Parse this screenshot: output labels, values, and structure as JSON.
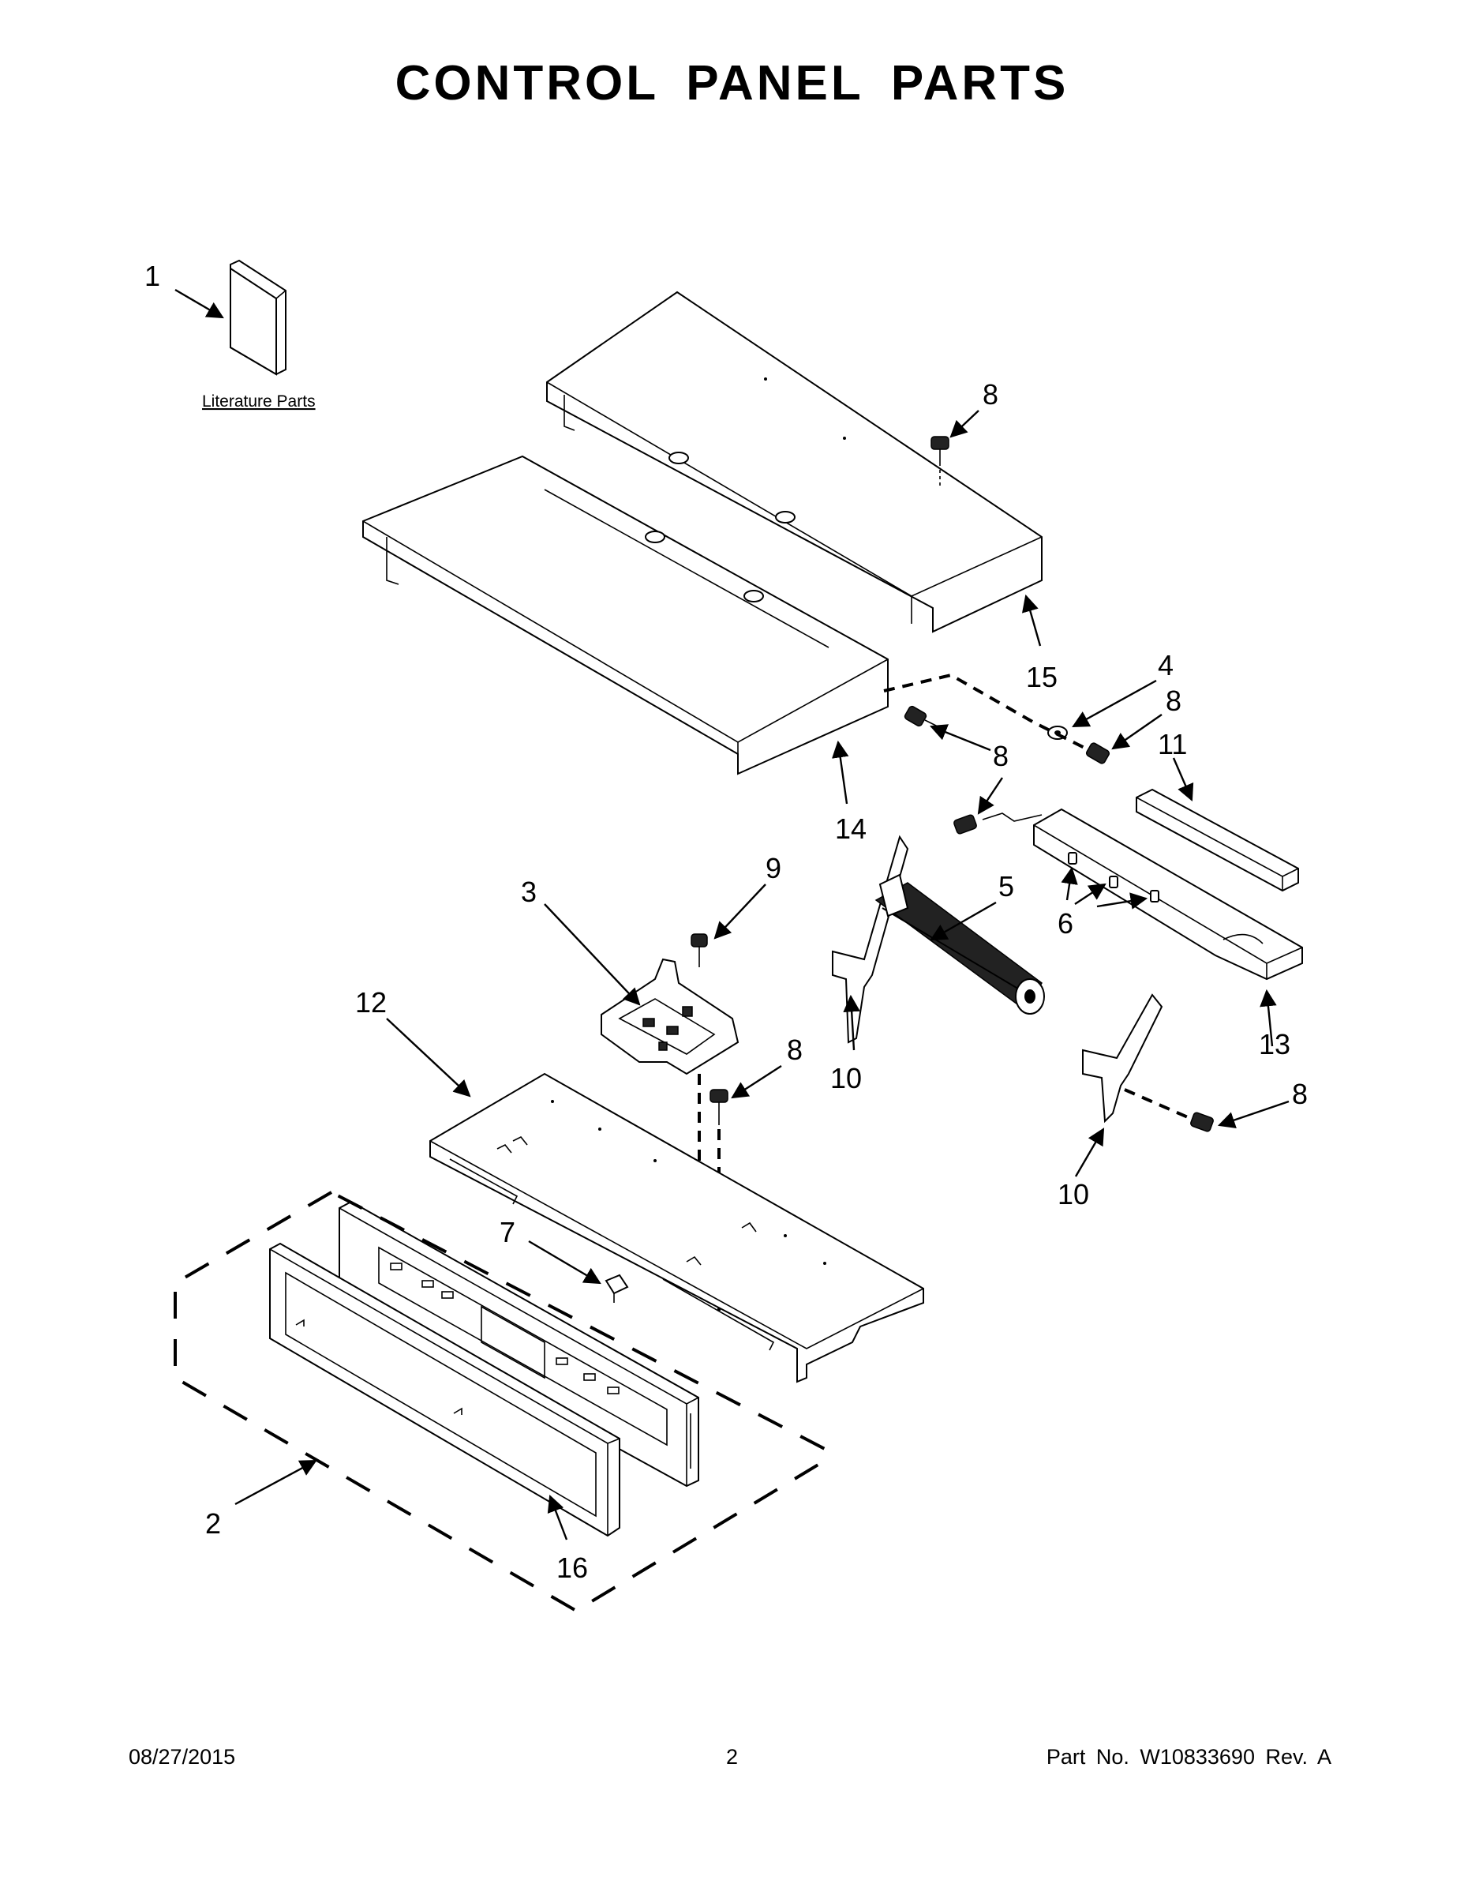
{
  "title": "CONTROL PANEL PARTS",
  "literature_label": "Literature Parts",
  "callouts": {
    "c1": "1",
    "c2": "2",
    "c3": "3",
    "c4": "4",
    "c5": "5",
    "c6": "6",
    "c7": "7",
    "c8": "8",
    "c9": "9",
    "c10": "10",
    "c11": "11",
    "c12": "12",
    "c13": "13",
    "c14": "14",
    "c15": "15",
    "c16": "16"
  },
  "footer": {
    "date": "08/27/2015",
    "page": "2",
    "part_no": "Part No.  W10833690  Rev.  A"
  }
}
